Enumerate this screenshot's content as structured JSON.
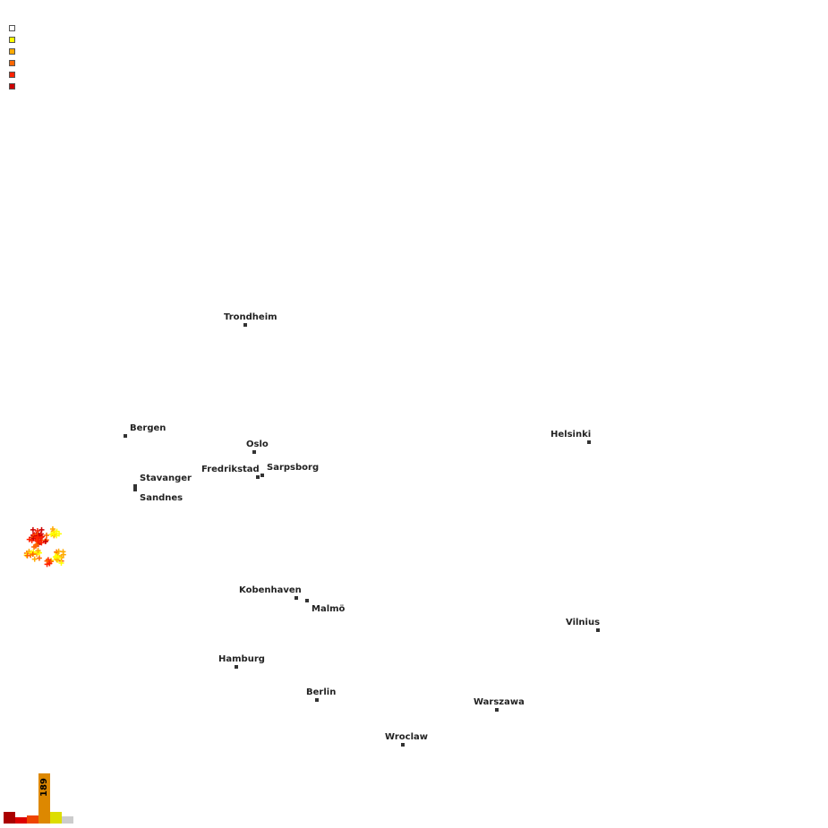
{
  "legend": {
    "colors": [
      "#ffffff",
      "#ffff00",
      "#ffaa00",
      "#ff6600",
      "#ff2200",
      "#cc0000"
    ]
  },
  "cities": [
    {
      "name": "Trondheim",
      "id": "trondheim"
    },
    {
      "name": "Bergen",
      "id": "bergen"
    },
    {
      "name": "Oslo",
      "id": "oslo"
    },
    {
      "name": "Fredrikstad",
      "id": "fredrikstad"
    },
    {
      "name": "Sarpsborg",
      "id": "sarpsborg"
    },
    {
      "name": "Stavanger",
      "id": "stavanger"
    },
    {
      "name": "Sandnes",
      "id": "sandnes"
    },
    {
      "name": "Helsinki",
      "id": "helsinki"
    },
    {
      "name": "Kobenhaven",
      "id": "kobenhaven"
    },
    {
      "name": "Malmö",
      "id": "malmo"
    },
    {
      "name": "Vilnius",
      "id": "vilnius"
    },
    {
      "name": "Hamburg",
      "id": "hamburg"
    },
    {
      "name": "Berlin",
      "id": "berlin"
    },
    {
      "name": "Warszawa",
      "id": "warszawa"
    },
    {
      "name": "Wroclaw",
      "id": "wroclaw"
    }
  ],
  "histogram": {
    "bars": [
      {
        "color": "#aa0000",
        "value": 45
      },
      {
        "color": "#dd0000",
        "value": 22
      },
      {
        "color": "#ee4400",
        "value": 32
      },
      {
        "color": "#dd8800",
        "value": 189,
        "label": "189"
      },
      {
        "color": "#dddd00",
        "value": 45
      },
      {
        "color": "#cccccc",
        "value": 27
      }
    ]
  },
  "strike_colors": [
    "#cc0000",
    "#ff2200",
    "#ff6600",
    "#ffaa00",
    "#ffff00"
  ]
}
